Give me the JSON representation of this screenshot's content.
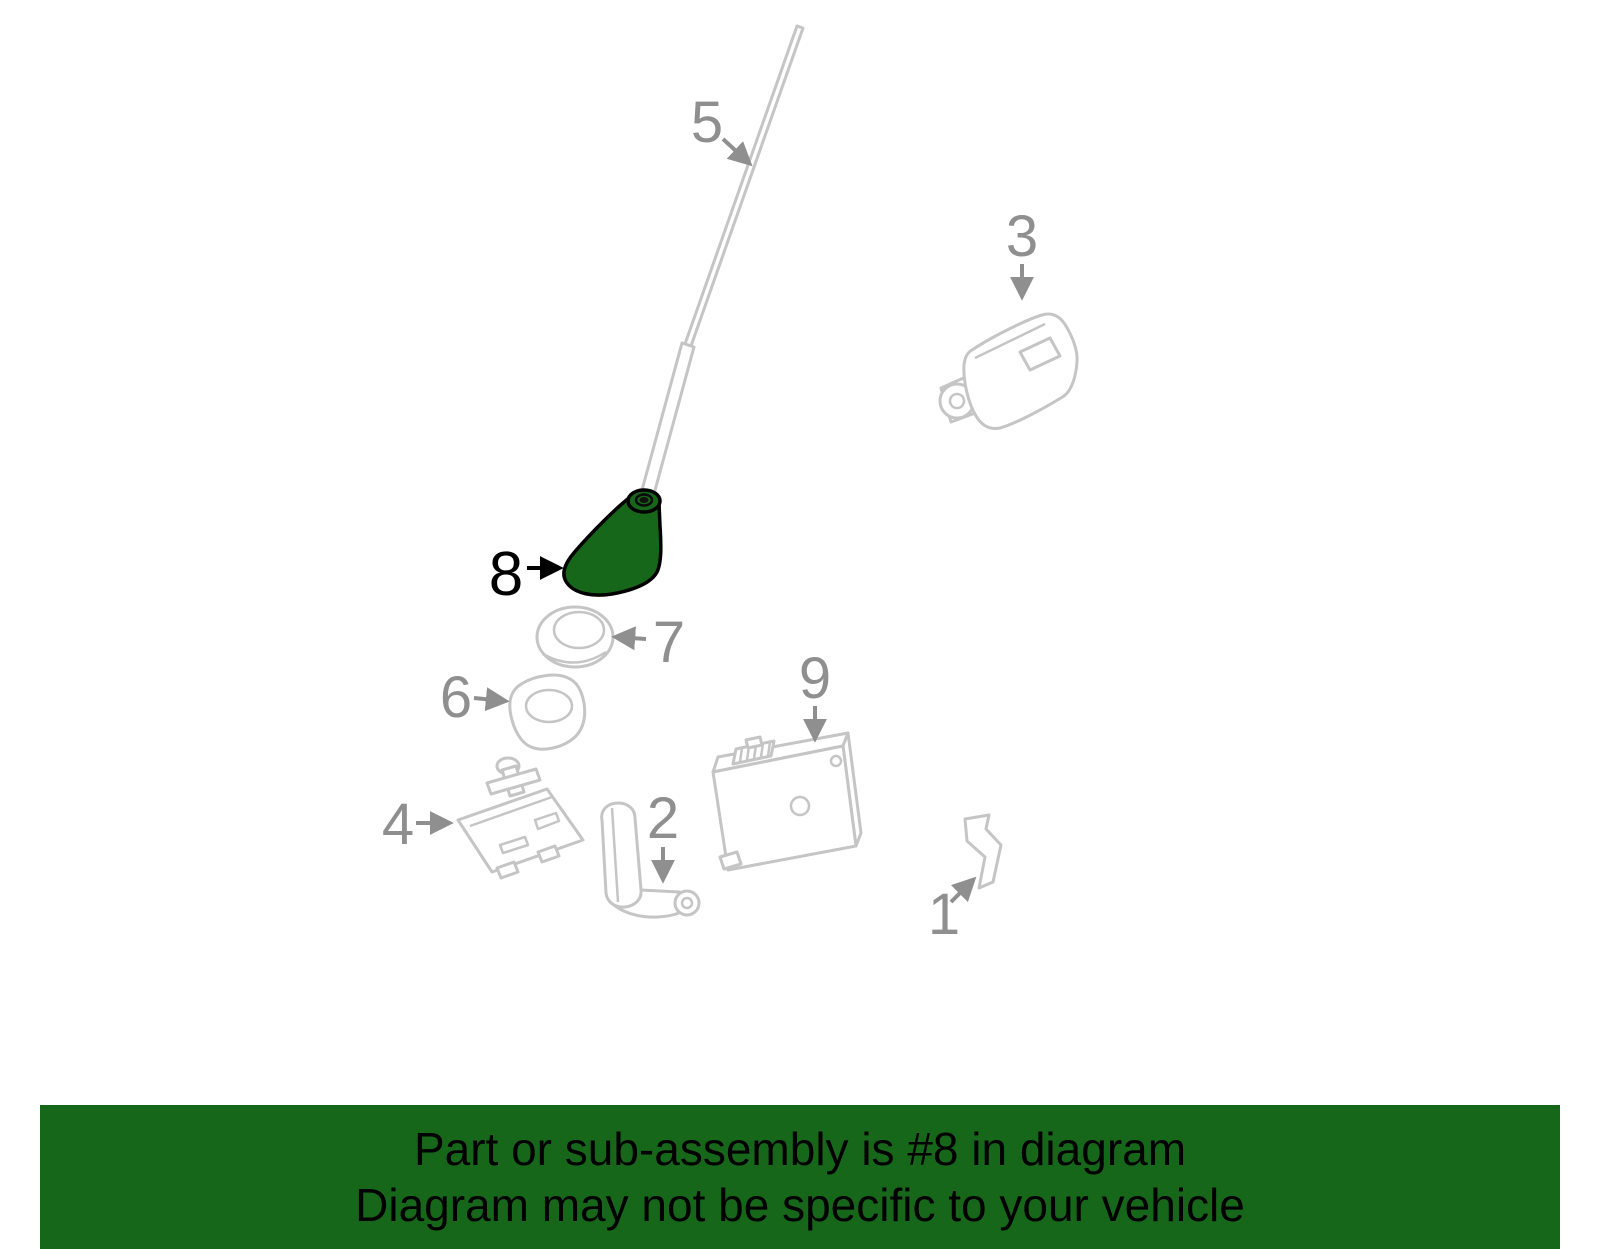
{
  "diagram": {
    "parts": {
      "p1": "1",
      "p2": "2",
      "p3": "3",
      "p4": "4",
      "p5": "5",
      "p6": "6",
      "p7": "7",
      "p8": "8",
      "p9": "9"
    },
    "highlighted_part": "8"
  },
  "colors": {
    "highlight_green": "#17671a",
    "banner_green": "#17671a",
    "diagram_line_gray": "#c5c5c5",
    "label_gray": "#8f8f8f",
    "highlight_outline": "#000000",
    "banner_text": "#000000"
  },
  "banner": {
    "line1": "Part or sub-assembly is #8 in diagram",
    "line2": "Diagram may not be specific to your vehicle"
  }
}
